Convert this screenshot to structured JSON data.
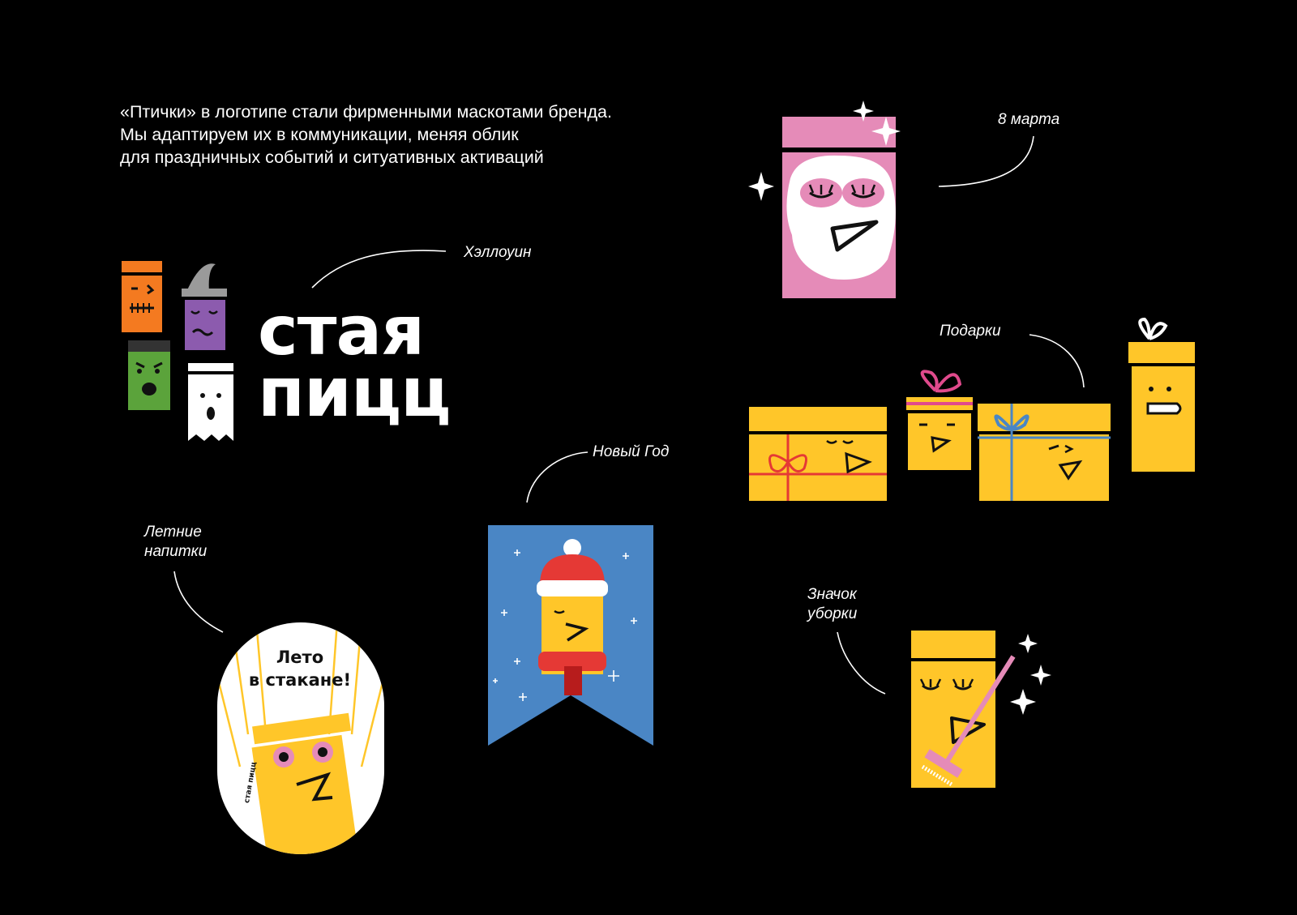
{
  "intro": {
    "lines": [
      "«Птички» в логотипе стали фирменными маскотами бренда.",
      "Мы адаптируем их в коммуникации, меняя облик",
      "для праздничных событий и ситуативных активаций"
    ]
  },
  "labels": {
    "march8": "8 марта",
    "halloween": "Хэллоуин",
    "gifts": "Подарки",
    "new_year": "Новый Год",
    "summer_drinks_line1": "Летние",
    "summer_drinks_line2": "напитки",
    "cleaning_badge_line1": "Значок",
    "cleaning_badge_line2": "уборки"
  },
  "logo": {
    "line1": "стая",
    "line2": "пицц"
  },
  "summer_sticker": {
    "line1": "Лето",
    "line2": "в стакане!",
    "cup_text": "стая пицц"
  },
  "colors": {
    "background": "#000000",
    "yellow": "#FFC629",
    "pink": "#E58BB8",
    "orange": "#F47A20",
    "purple": "#8C5BAE",
    "green": "#5BA33B",
    "blue": "#4A86C5",
    "red": "#E53935"
  }
}
